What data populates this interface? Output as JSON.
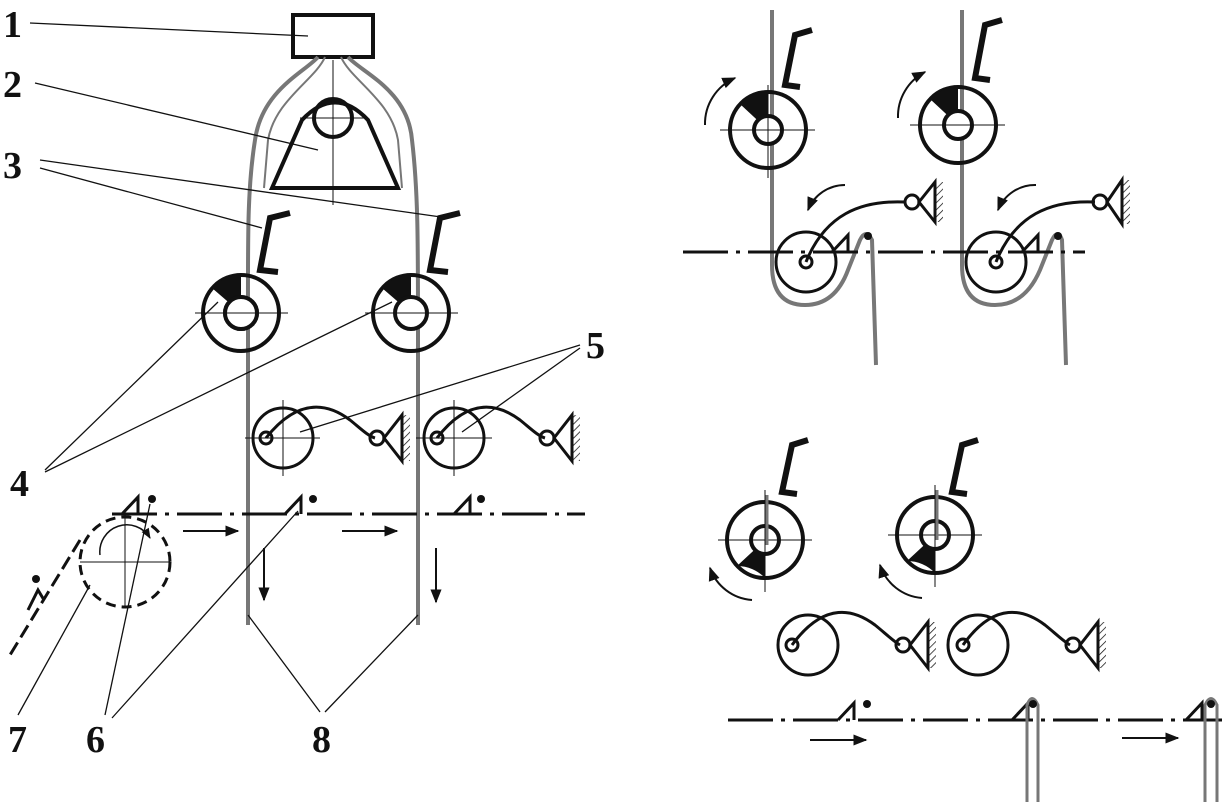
{
  "labels": {
    "l1": "1",
    "l2": "2",
    "l3": "3",
    "l4": "4",
    "l5": "5",
    "l6": "6",
    "l7": "7",
    "l8": "8"
  },
  "colors": {
    "line": "#111111",
    "thread": "#777777",
    "background": "#ffffff"
  }
}
